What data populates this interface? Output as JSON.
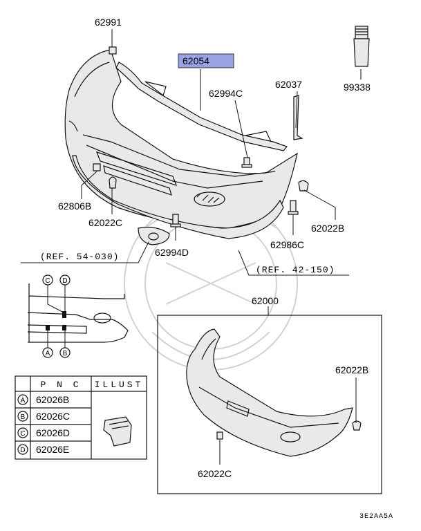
{
  "highlight_color": "#9aa3e6",
  "labels": {
    "p62991": "62991",
    "p62054": "62054",
    "p62994C": "62994C",
    "p62037": "62037",
    "p99338": "99338",
    "p62806B": "62806B",
    "p62022C_top": "62022C",
    "p62022B_top": "62022B",
    "p62986C": "62986C",
    "p62994D": "62994D",
    "ref1": "(REF. 54-030)",
    "ref2": "(REF. 42-150)",
    "p62000": "62000",
    "p62022B_box": "62022B",
    "p62022C_box": "62022C",
    "diagram_code": "3E2AA5A"
  },
  "detail": {
    "C": "C",
    "D": "D",
    "A": "A",
    "B": "B"
  },
  "table": {
    "header_pnc": "P N C",
    "header_illust": "ILLUST",
    "rows": [
      {
        "key": "A",
        "pnc": "62026B"
      },
      {
        "key": "B",
        "pnc": "62026C"
      },
      {
        "key": "C",
        "pnc": "62026D"
      },
      {
        "key": "D",
        "pnc": "62026E"
      }
    ]
  }
}
